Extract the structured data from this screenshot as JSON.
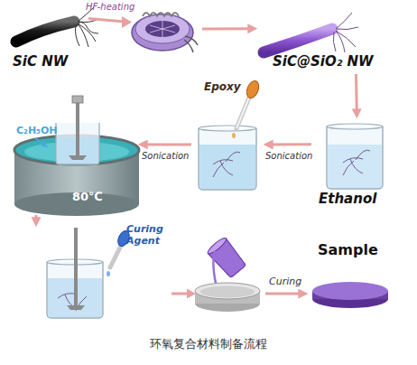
{
  "diagram": {
    "caption": "环氧复合材料制备流程",
    "nodes": [
      {
        "text": [
          "SiC NW"
        ]
      },
      {
        "text": [
          "SiC@SiO₂ NW"
        ]
      },
      {
        "text": [
          "Ethanol"
        ]
      },
      {
        "text": [
          "Epoxy"
        ]
      },
      {
        "text": [
          "C₂H₅OH",
          "80℃"
        ]
      },
      {
        "text": [
          "Curing Agent"
        ]
      },
      {
        "text": [
          "Sample"
        ]
      }
    ],
    "edges": [
      {
        "from": 0,
        "to": 1,
        "label": "HF-heating",
        "arrow": "to"
      },
      {
        "from": 1,
        "to": 2,
        "arrow": "to"
      },
      {
        "from": 2,
        "to": 3,
        "label": "Sonication",
        "arrow": "to"
      },
      {
        "from": 3,
        "to": 4,
        "label": "Sonication",
        "arrow": "to"
      },
      {
        "from": 4,
        "to": 5,
        "arrow": "to"
      },
      {
        "from": 5,
        "to": 6,
        "label": "Curing",
        "arrow": "to"
      }
    ]
  }
}
